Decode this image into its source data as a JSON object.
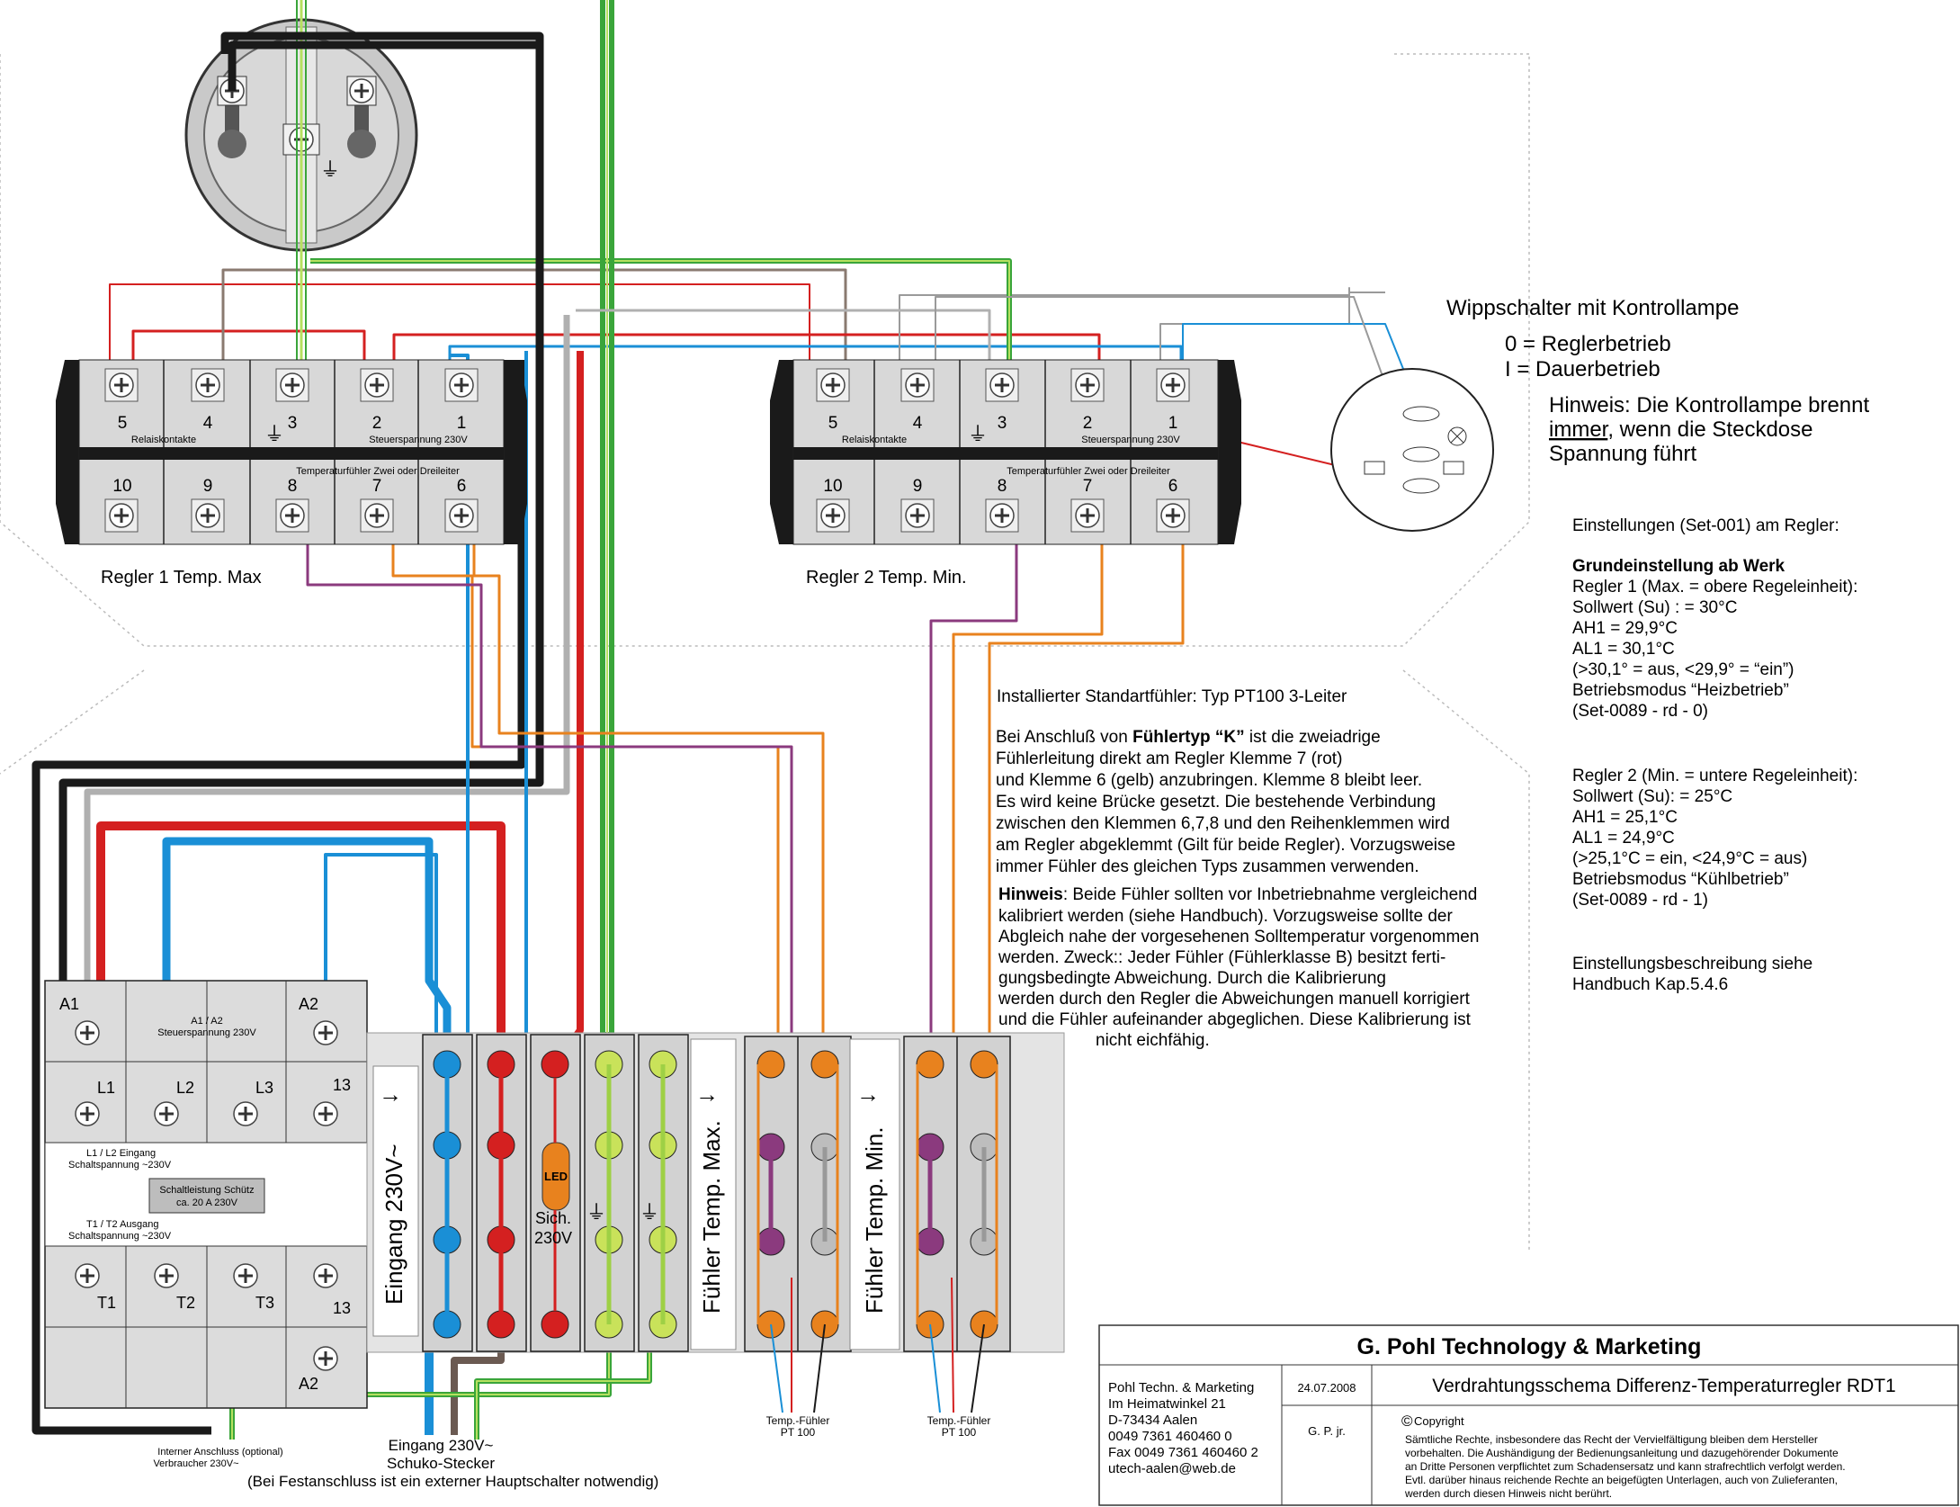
{
  "regler1": {
    "title": "Regler 1 Temp. Max",
    "terminals_top": [
      "5",
      "4",
      "3",
      "2",
      "1"
    ],
    "terminals_bottom": [
      "10",
      "9",
      "8",
      "7",
      "6"
    ],
    "label_relais": "Relaiskontakte",
    "label_steuer": "Steuerspannung 230V",
    "label_fuehler": "Temperaturfühler Zwei oder Dreileiter"
  },
  "regler2": {
    "title": "Regler 2 Temp. Min.",
    "terminals_top": [
      "5",
      "4",
      "3",
      "2",
      "1"
    ],
    "terminals_bottom": [
      "10",
      "9",
      "8",
      "7",
      "6"
    ],
    "label_relais": "Relaiskontakte",
    "label_steuer": "Steuerspannung 230V",
    "label_fuehler": "Temperaturfühler Zwei oder Dreileiter"
  },
  "switch": {
    "title": "Wippschalter mit Kontrollampe",
    "line0": "0 = Reglerbetrieb",
    "line1": "I = Dauerbetrieb",
    "hint1": "Hinweis: Die Kontrollampe brennt",
    "hint2_u": "immer",
    "hint2_rest": ", wenn die Steckdose",
    "hint3": "Spannung führt"
  },
  "settings": {
    "heading": "Einstellungen (Set-001) am Regler:",
    "bold": "Grundeinstellung ab Werk",
    "r1": [
      "Regler 1 (Max. = obere Regeleinheit):",
      "Sollwert (Su) : = 30°C",
      "AH1 = 29,9°C",
      "AL1 = 30,1°C",
      "(>30,1° = aus, <29,9° = “ein”)",
      "Betriebsmodus “Heizbetrieb”",
      "(Set-0089   - rd  -  0)"
    ],
    "r2": [
      "Regler 2 (Min. = untere Regeleinheit):",
      "Sollwert (Su):  = 25°C",
      "AH1 = 25,1°C",
      "AL1 = 24,9°C",
      "(>25,1°C = ein, <24,9°C = aus)",
      "Betriebsmodus “Kühlbetrieb”",
      "(Set-0089  -  rd  -  1)"
    ],
    "ref1": "Einstellungsbeschreibung siehe",
    "ref2": "Handbuch Kap.5.4.6"
  },
  "notes": {
    "installed": "Installierter Standartfühler: Typ PT100 3-Leiter",
    "k_pre": "Bei Anschluß von ",
    "k_bold": "Fühlertyp “K”",
    "k_post": " ist die zweiadrige",
    "k_lines": [
      "Fühlerleitung direkt am Regler Klemme 7 (rot)",
      "und Klemme 6 (gelb) anzubringen. Klemme 8 bleibt leer.",
      "Es wird keine Brücke gesetzt. Die bestehende Verbindung",
      "zwischen den Klemmen 6,7,8 und den Reihenklemmen wird",
      "am Regler abgeklemmt (Gilt für beide Regler). Vorzugsweise",
      "immer Fühler des gleichen Typs zusammen verwenden."
    ],
    "h_bold": "Hinweis",
    "h_first": ": Beide Fühler sollten vor Inbetriebnahme vergleichend",
    "h_lines": [
      "kalibriert werden (siehe Handbuch). Vorzugsweise sollte der",
      "Abgleich nahe der vorgesehenen Solltemperatur vorgenommen",
      "werden. Zweck:: Jeder Fühler (Fühlerklasse B) besitzt ferti-",
      "gungsbedingte Abweichung. Durch die Kalibrierung",
      "werden durch den Regler die Abweichungen manuell korrigiert",
      "und die Fühler aufeinander abgeglichen. Diese Kalibrierung ist",
      "nicht eichfähig."
    ]
  },
  "contactor": {
    "a1": "A1",
    "a2": "A2",
    "a1a2": "A1 / A2",
    "steuer": "Steuerspannung 230V",
    "l1": "L1",
    "l2": "L2",
    "l3": "L3",
    "n13": "13",
    "eingang1": "L1 / L2 Eingang",
    "eingang2": "Schaltspannung ~230V",
    "schalt1": "Schaltleistung Schütz",
    "schalt2": "ca. 20 A  230V",
    "ausgang1": "T1 / T2 Ausgang",
    "ausgang2": "Schaltspannung ~230V",
    "t1": "T1",
    "t2": "T2",
    "t3": "T3",
    "n13b": "13",
    "a2b": "A2"
  },
  "rail": {
    "eingang": "Eingang  230V~",
    "led": "LED",
    "sich1": "Sich.",
    "sich2": "230V",
    "fmax": "Fühler Temp. Max.",
    "fmin": "Fühler Temp. Min.",
    "arrow": "→"
  },
  "bottom": {
    "intern1": "Interner Anschluss (optional)",
    "intern2": "Verbraucher 230V~",
    "schuko1": "Eingang 230V~",
    "schuko2": "Schuko-Stecker",
    "festan": "(Bei Festanschluss ist ein externer Hauptschalter notwendig)",
    "pt1a": "Temp.-Fühler",
    "pt1b": "PT 100",
    "pt2a": "Temp.-Fühler",
    "pt2b": "PT 100"
  },
  "titleblock": {
    "company": "G. Pohl Technology & Marketing",
    "addr": [
      "Pohl Techn. & Marketing",
      "Im Heimatwinkel 21",
      "D-73434 Aalen",
      "0049 7361 460460 0",
      "Fax 0049 7361 460460 2",
      "utech-aalen@web.de"
    ],
    "date": "24.07.2008",
    "author": "G. P. jr.",
    "title": "Verdrahtungsschema Differenz-Temperaturregler RDT1",
    "copyright": "Copyright",
    "copy_lines": [
      "Sämtliche Rechte, insbesondere das Recht  der Vervielfältigung bleiben dem Hersteller",
      "vorbehalten. Die Aushändigung der Bedienungsanleitung und dazugehörender Dokumente",
      "an Dritte Personen verpflichtet zum Schadensersatz und kann strafrechtlich verfolgt werden.",
      "Evtl. darüber hinaus reichende Rechte an beigefügten Unterlagen, auch von Zulieferanten,",
      "werden durch diesen Hinweis nicht berührt."
    ]
  },
  "colors": {
    "red": "#d42020",
    "blue": "#1a8fd6",
    "green": "#7bc41c",
    "orange": "#e8821e",
    "purple": "#8b3a7e",
    "grey": "#9a9a9a",
    "brown": "#6b5a52",
    "black": "#1a1a1a"
  }
}
